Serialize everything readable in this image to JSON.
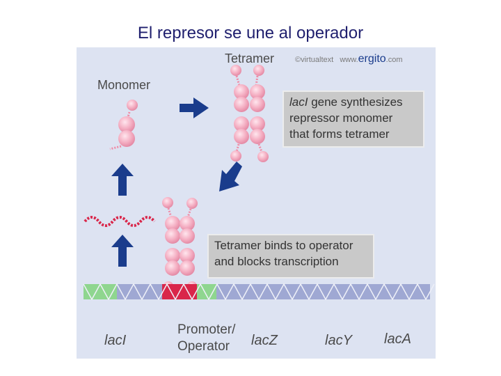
{
  "title": "El represor se une al operador",
  "figure": {
    "copyright": "©virtualtext",
    "website_prefix": "www.",
    "website_brand": "ergito",
    "website_suffix": ".com",
    "label_tetramer": "Tetramer",
    "label_monomer": "Monomer",
    "info_box_1": {
      "gene": "lacI",
      "line1_rest": " gene synthesizes",
      "line2": "repressor monomer",
      "line3": "that forms tetramer"
    },
    "info_box_2": {
      "line1": "Tetramer binds to operator",
      "line2": "and blocks transcription"
    },
    "gene_labels": {
      "laci": "lacI",
      "promoter": "Promoter/",
      "operator": "Operator",
      "lacz": "lacZ",
      "lacy": "lacY",
      "laca": "lacA"
    }
  },
  "colors": {
    "title": "#1f1f6e",
    "panel": "#dde3f2",
    "arrow": "#1a3c8c",
    "protein": "#f2a8bd",
    "mrna": "#d9264a",
    "dna": "#9fa8d3",
    "dna_green": "#8fd68f",
    "dna_red": "#d9264a",
    "brand": "#1a3c8c"
  }
}
